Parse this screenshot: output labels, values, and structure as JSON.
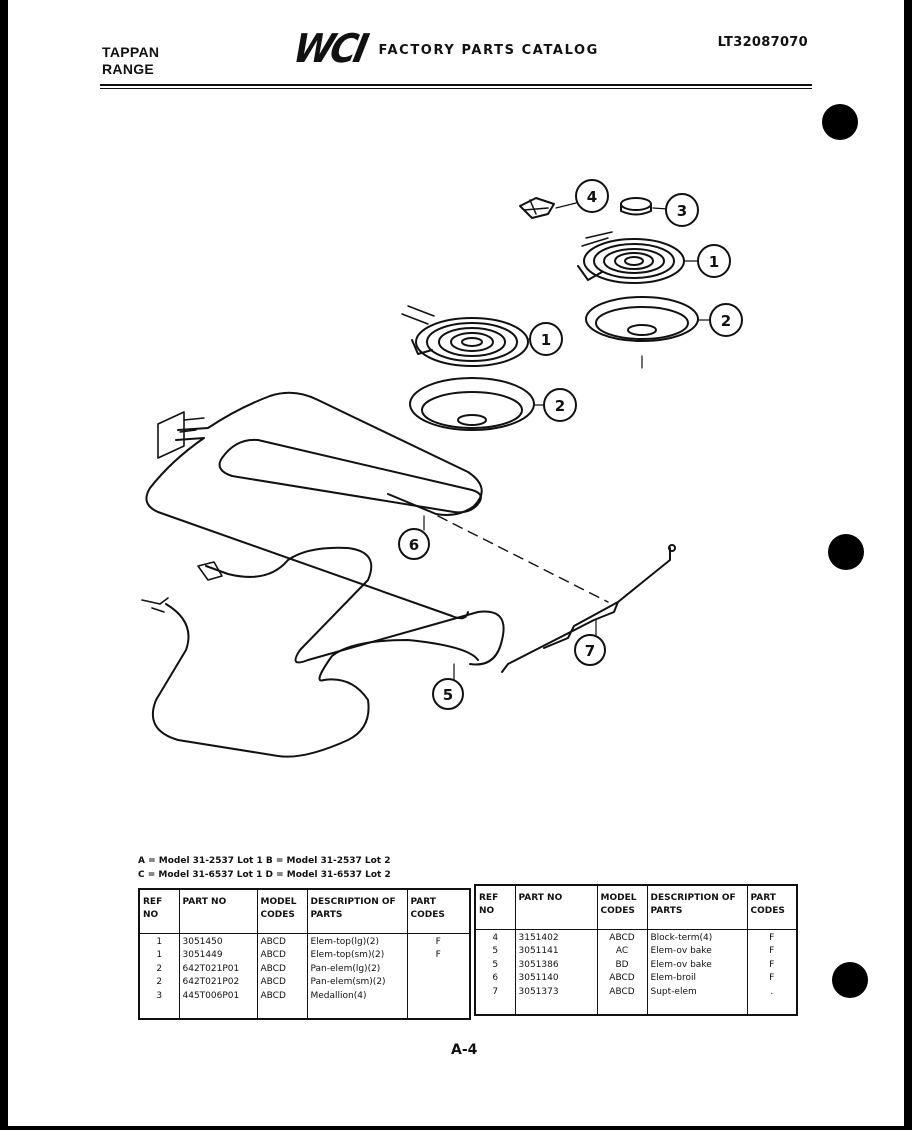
{
  "header": {
    "brand_line1": "TAPPAN",
    "brand_line2": "RANGE",
    "logo": "WCI",
    "catalog_title": "FACTORY PARTS CATALOG",
    "doc_number": "LT32087070"
  },
  "callouts": [
    "4",
    "3",
    "1",
    "2",
    "1",
    "2",
    "6",
    "7",
    "5"
  ],
  "legend": {
    "line1": "A = Model 31-2537 Lot 1   B = Model 31-2537 Lot 2",
    "line2": "C = Model 31-6537 Lot 1   D = Model 31-6537 Lot 2"
  },
  "table_left": {
    "headers": [
      "REF NO",
      "PART NO",
      "MODEL CODES",
      "DESCRIPTION OF PARTS",
      "PART CODES"
    ],
    "rows": [
      [
        "1",
        "3051450",
        "ABCD",
        "Elem-top(lg)(2)",
        "F"
      ],
      [
        "1",
        "3051449",
        "ABCD",
        "Elem-top(sm)(2)",
        "F"
      ],
      [
        "2",
        "642T021P01",
        "ABCD",
        "Pan-elem(lg)(2)",
        ""
      ],
      [
        "2",
        "642T021P02",
        "ABCD",
        "Pan-elem(sm)(2)",
        ""
      ],
      [
        "3",
        "445T006P01",
        "ABCD",
        "Medallion(4)",
        ""
      ]
    ]
  },
  "table_right": {
    "headers": [
      "REF NO",
      "PART NO",
      "MODEL CODES",
      "DESCRIPTION OF PARTS",
      "PART CODES"
    ],
    "rows": [
      [
        "4",
        "3151402",
        "ABCD",
        "Block-term(4)",
        "F"
      ],
      [
        "5",
        "3051141",
        "AC",
        "Elem-ov bake",
        "F"
      ],
      [
        "5",
        "3051386",
        "BD",
        "Elem-ov bake",
        "F"
      ],
      [
        "6",
        "3051140",
        "ABCD",
        "Elem-broil",
        "F"
      ],
      [
        "7",
        "3051373",
        "ABCD",
        "Supt-elem",
        "."
      ]
    ]
  },
  "page_number": "A-4"
}
